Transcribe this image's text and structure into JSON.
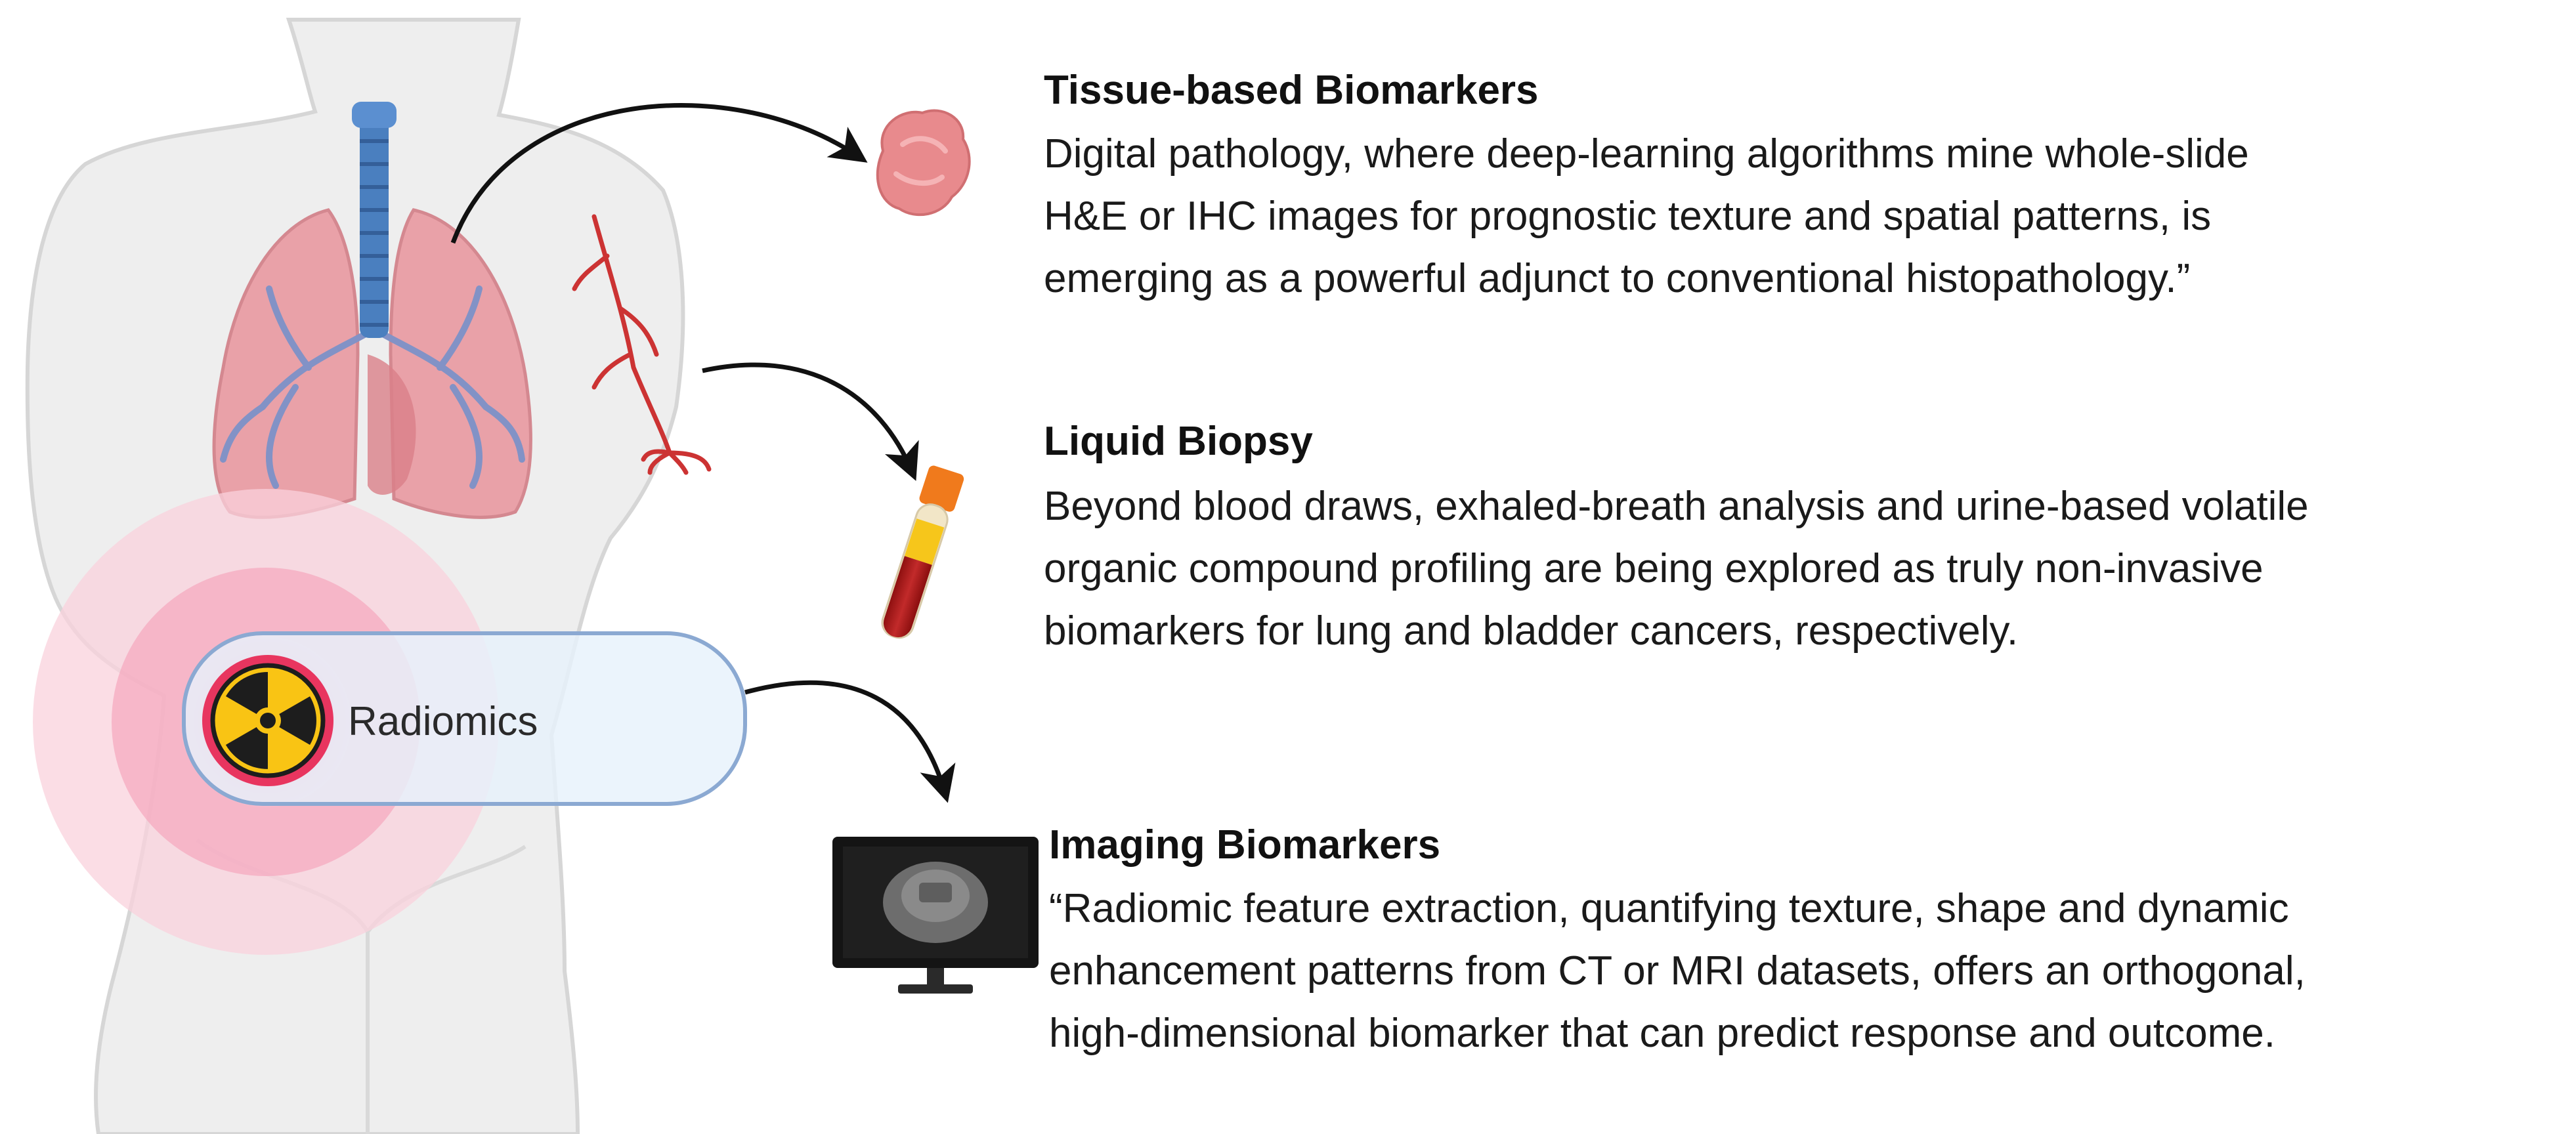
{
  "sections": [
    {
      "title": "Tissue-based Biomarkers",
      "lines": [
        "Digital pathology, where deep-learning algorithms mine whole-slide",
        "H&E or IHC images for prognostic texture and spatial patterns, is",
        "emerging as a powerful adjunct to conventional histopathology.”"
      ]
    },
    {
      "title": "Liquid Biopsy",
      "lines": [
        "Beyond blood draws, exhaled-breath analysis and urine-based volatile",
        "organic compound profiling are being explored as truly non-invasive",
        "biomarkers for lung and bladder cancers, respectively."
      ]
    },
    {
      "title": "Imaging Biomarkers",
      "lines": [
        "“Radiomic feature extraction, quantifying texture, shape and dynamic",
        "enhancement patterns from CT or MRI datasets, offers an orthogonal,",
        "high-dimensional biomarker that can predict response and outcome."
      ]
    }
  ],
  "radiomics": {
    "label": "Radiomics"
  },
  "icons": {
    "tissue": "tissue-sample-icon",
    "tube": "blood-tube-icon",
    "monitor": "mri-monitor-icon",
    "radiation": "radiation-hazard-icon"
  },
  "colors": {
    "body": "#eeeeee",
    "lung": "#e9a1a8",
    "trachea": "#4a7fbf",
    "vessel": "#cc3333",
    "glow": "#f28aa4",
    "badge": "#f9c414"
  }
}
